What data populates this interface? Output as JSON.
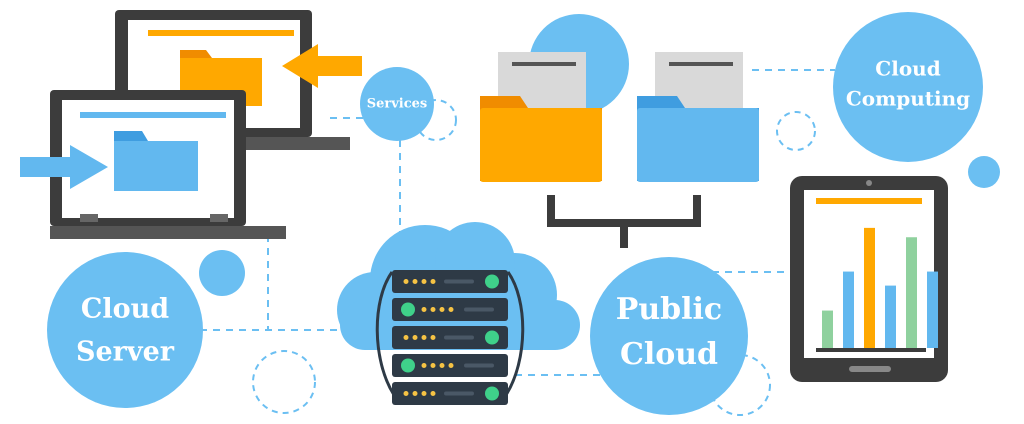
{
  "labels": {
    "services": "Services",
    "cloud_computing": [
      "Cloud",
      "Computing"
    ],
    "cloud_server": [
      "Cloud",
      "Server"
    ],
    "public_cloud": [
      "Public",
      "Cloud"
    ]
  },
  "colors": {
    "bubble": "#6bbff2",
    "bubble_dark": "#4aa6e6",
    "dash": "#6bbff2",
    "device_dark": "#3c3c3c",
    "device_mid": "#555555",
    "screen": "#ffffff",
    "orange": "#ffa800",
    "orange_dark": "#f08c00",
    "blue_folder": "#62b8ef",
    "blue_folder_dark": "#3f9de0",
    "green": "#8fd19e",
    "paper": "#d9d9d9",
    "server_body": "#2e3a46",
    "server_led_green": "#3fd18a",
    "server_led_yellow": "#f6c344"
  },
  "tablet_chart": {
    "type": "bar",
    "values": [
      0.24,
      0.49,
      0.77,
      0.4,
      0.71,
      0.49
    ],
    "colors": [
      "#8fd19e",
      "#62b8ef",
      "#ffa800",
      "#62b8ef",
      "#8fd19e",
      "#62b8ef"
    ]
  }
}
